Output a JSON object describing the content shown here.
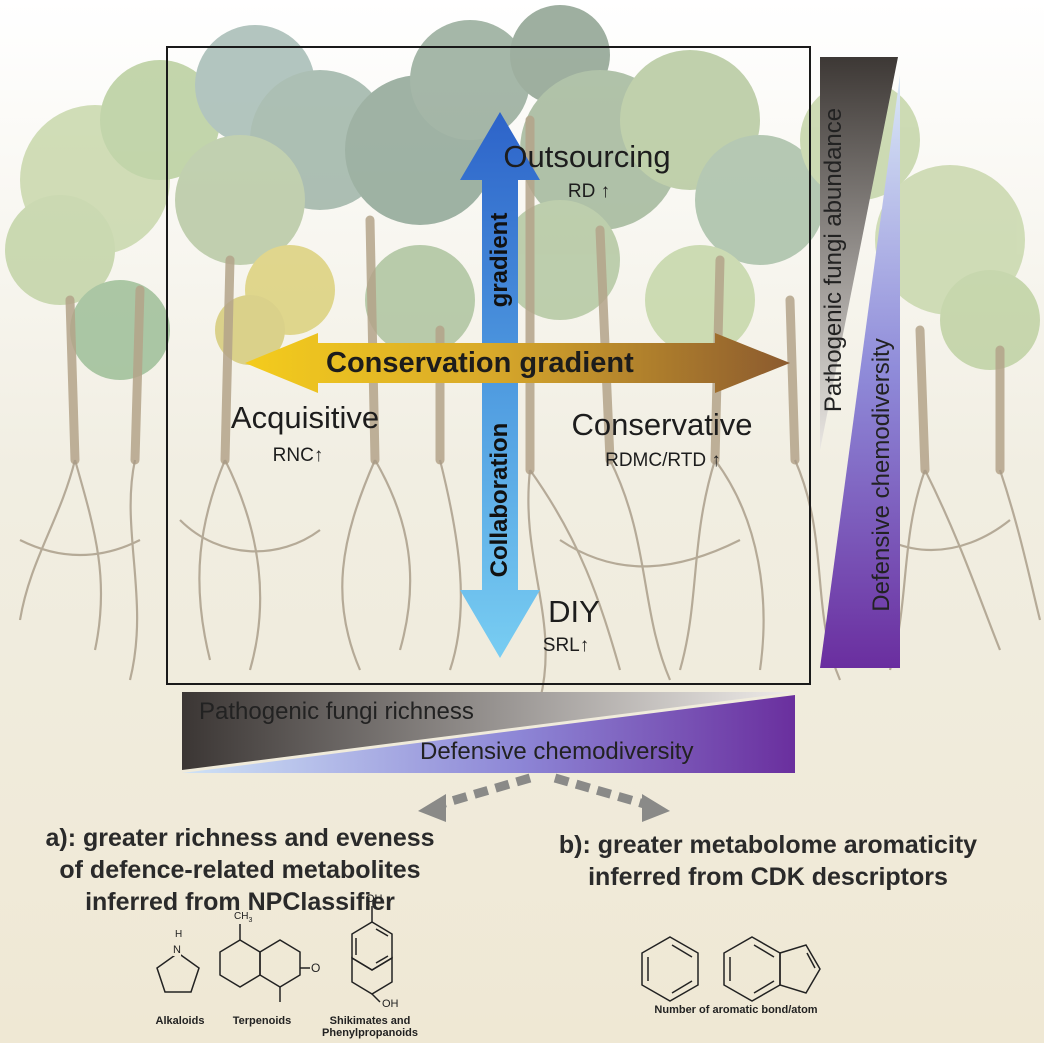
{
  "quadrants": {
    "top": {
      "label": "Outsourcing",
      "trait": "RD ↑"
    },
    "left": {
      "label": "Acquisitive",
      "trait": "RNC↑"
    },
    "right": {
      "label": "Conservative",
      "trait": "RDMC/RTD ↑"
    },
    "bottom": {
      "label": "DIY",
      "trait": "SRL↑"
    }
  },
  "axes": {
    "horizontal": "Conservation gradient",
    "vertical_top": "gradient",
    "vertical_bottom": "Collaboration"
  },
  "wedges": {
    "right_dark": "Pathogenic fungi abundance",
    "right_purple": "Defensive chemodiversity",
    "bottom_dark": "Pathogenic fungi richness",
    "bottom_purple": "Defensive chemodiversity"
  },
  "captions": {
    "a": [
      "a): greater richness and eveness",
      "of defence-related metabolites",
      "inferred from NPClassifier"
    ],
    "b": [
      "b): greater metabolome aromaticity",
      "inferred from CDK descriptors"
    ]
  },
  "chem": {
    "alkaloids": "Alkaloids",
    "terpenoids": "Terpenoids",
    "shikimates": [
      "Shikimates and",
      "Phenylpropanoids"
    ],
    "aromatic": "Number of aromatic bond/atom",
    "atoms": {
      "nh_h": "H",
      "nh_n": "N",
      "ch3": "CH",
      "ch3_sub": "3",
      "o": "O",
      "oh1": "OH",
      "oh2": "OH"
    }
  },
  "colors": {
    "outsourcing_arrow": "#2f6fd1",
    "collaboration_arrow": "#6fc3ef",
    "acquisitive_arrow": "#f2c21b",
    "conservative_arrow": "#8e5a2e",
    "fungi_dark": "#3a3634",
    "chemo_purple": "#6b3fa6"
  }
}
